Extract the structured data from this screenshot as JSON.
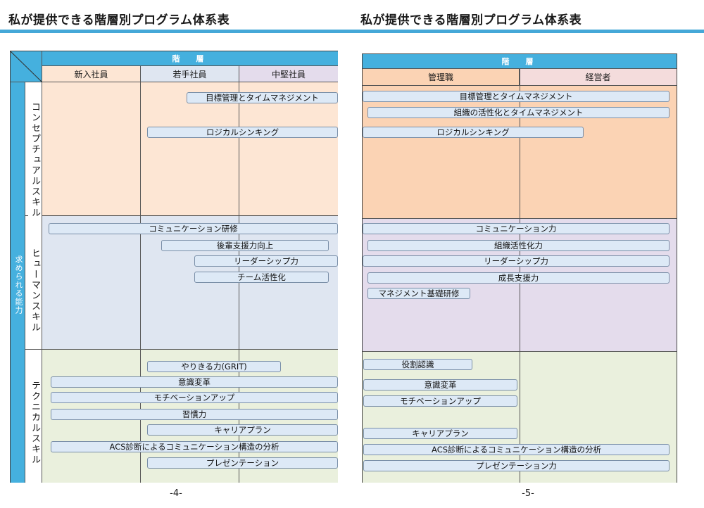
{
  "title": "私が提供できる階層別プログラム体系表",
  "left_page": {
    "page_number": "-4-",
    "header": "階　層",
    "columns": [
      "新入社員",
      "若手社員",
      "中堅社員"
    ],
    "side_label": "求められる能力",
    "categories": [
      "コンセプチュアルスキル",
      "ヒューマンスキル",
      "テクニカルスキル"
    ],
    "programs": {
      "conceptual": [
        "目標管理とタイムマネジメント",
        "ロジカルシンキング"
      ],
      "human": [
        "コミュニケーション研修",
        "後輩支援力向上",
        "リーダーシップ力",
        "チーム活性化"
      ],
      "technical": [
        "やりきる力(GRIT)",
        "意識変革",
        "モチベーションアップ",
        "習慣力",
        "キャリアプラン",
        "ACS診断によるコミュニケーション構造の分析",
        "プレゼンテーション"
      ]
    }
  },
  "right_page": {
    "page_number": "-5-",
    "header": "階　層",
    "columns": [
      "管理職",
      "経営者"
    ],
    "programs": {
      "conceptual": [
        "目標管理とタイムマネジメント",
        "組織の活性化とタイムマネジメント",
        "ロジカルシンキング"
      ],
      "human": [
        "コミュニケーション力",
        "組織活性化力",
        "リーダーシップ力",
        "成長支援力",
        "マネジメント基礎研修"
      ],
      "technical": [
        "役割認識",
        "意識変革",
        "モチベーションアップ",
        "キャリアプラン",
        "ACS診断によるコミュニケーション構造の分析",
        "プレゼンテーション力"
      ]
    }
  },
  "colors": {
    "accent": "#45b0de",
    "conceptual_bg": "#fde6d4",
    "conceptual_bg_right": "#fbd3b4",
    "human_bg": "#dfe6f1",
    "human_bg_right": "#e4dcec",
    "technical_bg": "#eaf0dd",
    "bar_bg": "#dde9f6"
  }
}
